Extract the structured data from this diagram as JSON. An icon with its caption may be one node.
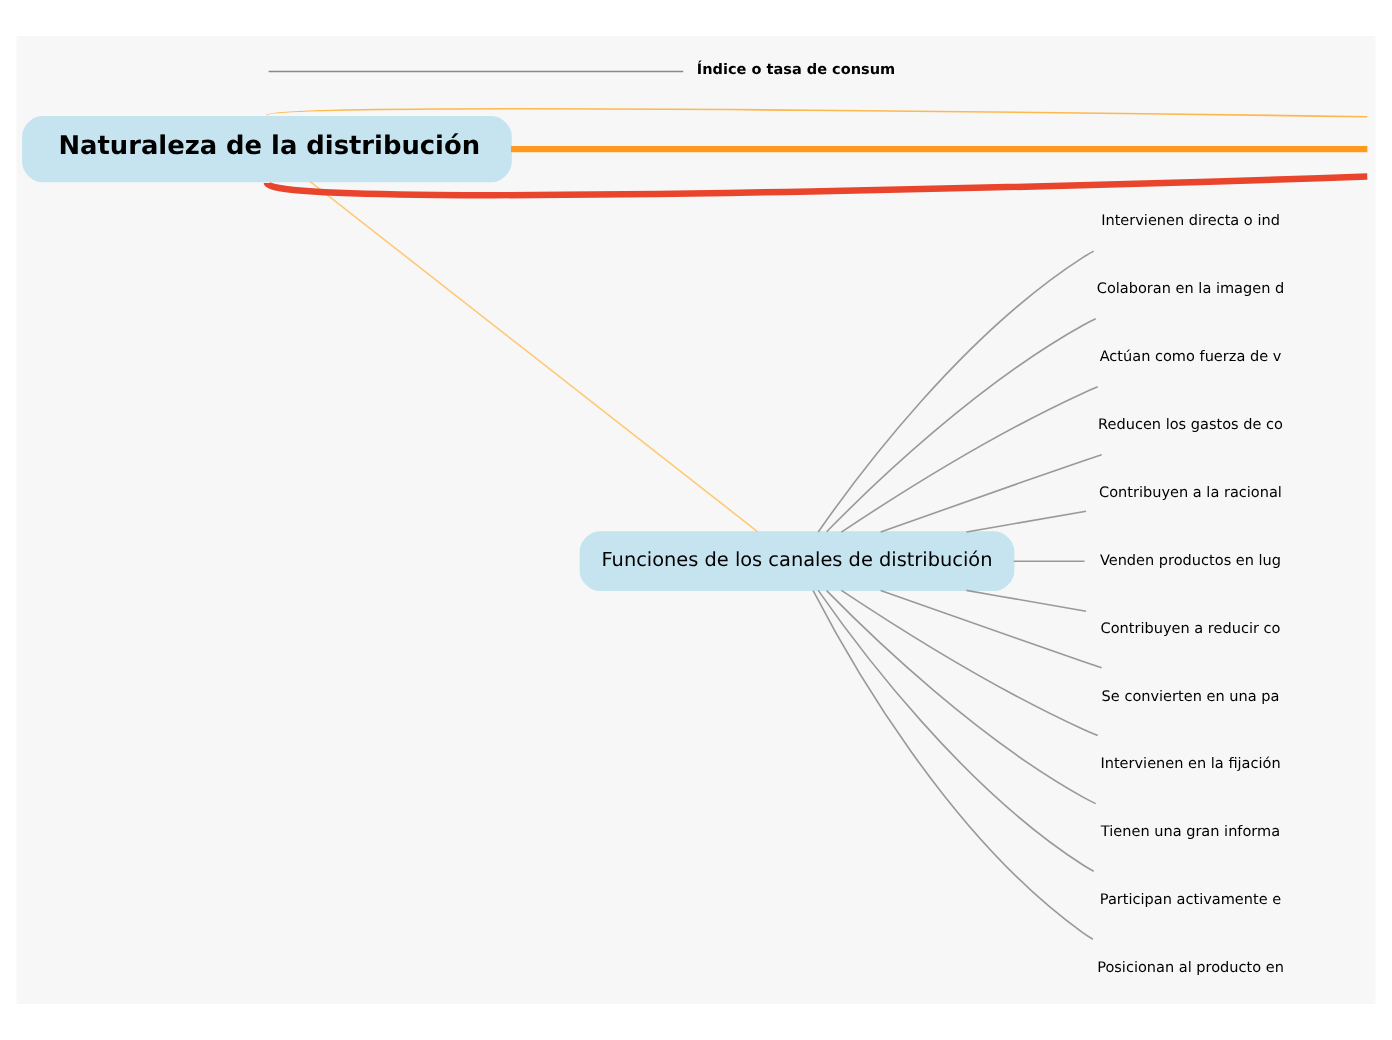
{
  "diagram": {
    "nodes": [
      {
        "text": [
          "Naturaleza de la distribución"
        ]
      },
      {
        "text": [
          "Funciones de los canales de distribución"
        ]
      },
      {
        "text": [
          "Contribuyen a reducir co"
        ]
      },
      {
        "text": [
          "Se convierten en una pa"
        ]
      },
      {
        "text": [
          "Intervienen en la fijación"
        ]
      },
      {
        "text": [
          "Tienen una gran informa"
        ]
      },
      {
        "text": [
          "Participan activamente e"
        ]
      },
      {
        "text": [
          "Posicionan al producto en"
        ]
      },
      {
        "text": [
          "Intervienen directa o ind"
        ]
      },
      {
        "text": [
          "Colaboran en la imagen d"
        ]
      },
      {
        "text": [
          "Actúan como fuerza de v"
        ]
      },
      {
        "text": [
          "Reducen los gastos de co"
        ]
      },
      {
        "text": [
          "Contribuyen a la racional"
        ]
      },
      {
        "text": [
          "Venden productos en lug"
        ]
      },
      {
        "text": [
          "Índice o tasa de consum"
        ]
      }
    ],
    "edges": [
      {
        "from": 0,
        "to": null,
        "arrow": "none",
        "style": "thick",
        "color": "#e8452c"
      },
      {
        "from": 0,
        "to": 1,
        "arrow": "none",
        "color": "#ffc977"
      },
      {
        "from": 0,
        "to": null,
        "arrow": "none",
        "color": "#ffb84d"
      },
      {
        "from": 0,
        "to": null,
        "arrow": "none",
        "style": "thick",
        "color": "#ff9a1f"
      },
      {
        "from": 1,
        "to": 2,
        "arrow": "none"
      },
      {
        "from": 1,
        "to": 3,
        "arrow": "none"
      },
      {
        "from": 1,
        "to": 4,
        "arrow": "none"
      },
      {
        "from": 1,
        "to": 5,
        "arrow": "none"
      },
      {
        "from": 1,
        "to": 6,
        "arrow": "none"
      },
      {
        "from": 1,
        "to": 7,
        "arrow": "none"
      },
      {
        "from": 1,
        "to": 8,
        "arrow": "none"
      },
      {
        "from": 1,
        "to": 9,
        "arrow": "none"
      },
      {
        "from": 1,
        "to": 10,
        "arrow": "none"
      },
      {
        "from": 1,
        "to": 11,
        "arrow": "none"
      },
      {
        "from": 1,
        "to": 12,
        "arrow": "none"
      },
      {
        "from": 1,
        "to": 13,
        "arrow": "none"
      },
      {
        "from": null,
        "to": 14,
        "arrow": "none",
        "color": "#888888"
      }
    ]
  }
}
